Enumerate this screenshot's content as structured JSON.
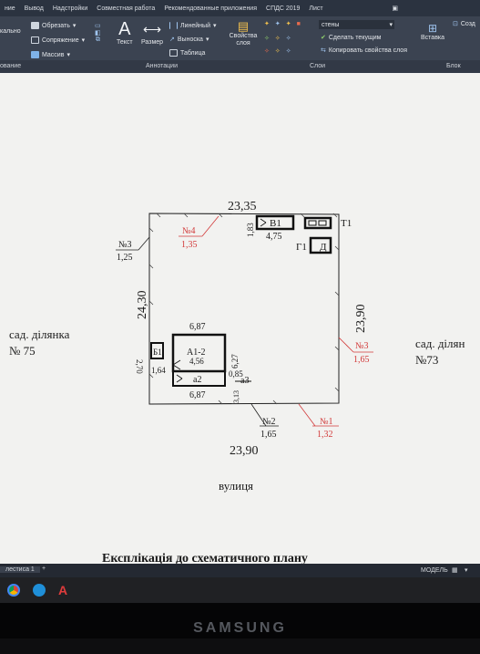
{
  "ribbon": {
    "tabs": [
      "ние",
      "Вывод",
      "Надстройки",
      "Совместная работа",
      "Рекомендованные приложения",
      "СПДС 2019",
      "Лист"
    ],
    "modify": {
      "trim": "Обрезать",
      "fillet": "Сопряжение",
      "array": "Массив",
      "copy": "кально"
    },
    "annotation": {
      "text": "Текст",
      "dim": "Размер",
      "linear": "Линейный",
      "leader": "Выноска",
      "table": "Таблица"
    },
    "layers": {
      "props": "Свойства слоя",
      "layer_name": "стены",
      "make_current": "Сделать текущим",
      "match": "Копировать свойства слоя"
    },
    "block": {
      "insert": "Вставка",
      "create": "Созд"
    },
    "panels": {
      "draw": "ование",
      "annot": "Аннотации",
      "layers": "Слои",
      "block": "Блок"
    }
  },
  "drawing": {
    "plot_top": "23,35",
    "plot_bottom": "23,90",
    "plot_left": "24,30",
    "plot_right": "23,90",
    "n4": "№4",
    "n4v": "1,35",
    "n3l": "№3",
    "n3lv": "1,25",
    "dim183": "1,83",
    "b1": "В1",
    "b1v": "4,75",
    "t1": "Т1",
    "g1": "Г1",
    "d": "Д",
    "house_w_top": "6,87",
    "house_w_bot": "6,87",
    "house": "А1-2",
    "house_v": "4,56",
    "h627": "6,27",
    "b1s": "Б1",
    "d270": "2,70",
    "d164": "1,64",
    "a2": "а2",
    "a3": "а3",
    "d085": "0,85",
    "d313": "3,13",
    "n3r": "№3",
    "n3rv": "1,65",
    "n2": "№2",
    "n2v": "1,65",
    "n1": "№1",
    "n1v": "1,32",
    "left_plot_1": "сад. ділянка",
    "left_plot_2": "№ 75",
    "right_plot_1": "сад. ділян",
    "right_plot_2": "№73",
    "street": "вулиця",
    "explication": "Експлікація до схематичного плану"
  },
  "statusbar": {
    "tab": "лестиса 1",
    "model": "МОДЕЛЬ"
  },
  "bezel": {
    "brand": "SAMSUNG"
  },
  "colors": {
    "accent_red": "#d23a3a",
    "ink": "#1a1a1a"
  }
}
